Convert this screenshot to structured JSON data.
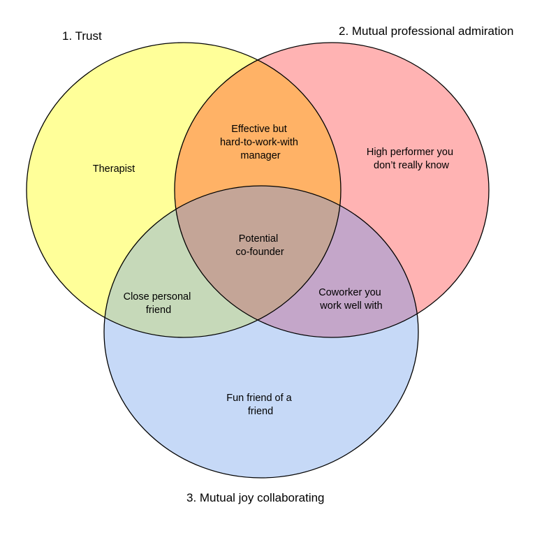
{
  "diagram": {
    "type": "venn-3",
    "colors": {
      "trust_fill": "#FFFF99",
      "admiration_fill": "#FFB3B3",
      "joy_fill": "#C6D9F7",
      "trust_admiration_fill": "#FFB266",
      "trust_joy_fill": "#C6D9B9",
      "admiration_joy_fill": "#C4A6C9",
      "all_three_fill": "#C4A597",
      "outline": "#000000"
    },
    "sets": {
      "trust": {
        "label": "1. Trust"
      },
      "admiration": {
        "label": "2. Mutual professional admiration"
      },
      "joy": {
        "label": "3. Mutual joy collaborating"
      }
    },
    "regions": {
      "trust_only": {
        "lines": [
          "Therapist"
        ]
      },
      "admiration_only": {
        "lines": [
          "High performer you",
          "don’t really know"
        ]
      },
      "joy_only": {
        "lines": [
          "Fun friend of a",
          "friend"
        ]
      },
      "trust_admiration": {
        "lines": [
          "Effective but",
          "hard-to-work-with",
          "manager"
        ]
      },
      "trust_joy": {
        "lines": [
          "Close personal",
          "friend"
        ]
      },
      "admiration_joy": {
        "lines": [
          "Coworker you",
          "work well with"
        ]
      },
      "all_three": {
        "lines": [
          "Potential",
          "co-founder"
        ]
      }
    }
  }
}
